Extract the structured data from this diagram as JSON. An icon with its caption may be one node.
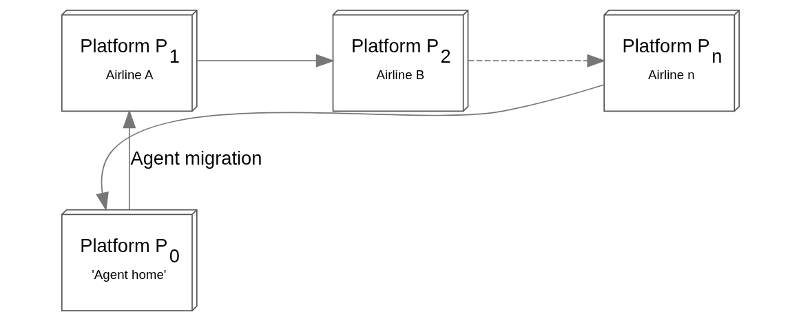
{
  "diagram": {
    "nodes": [
      {
        "text": [
          "Platform P$_{1}$",
          "Airline A"
        ]
      },
      {
        "text": [
          "Platform P$_{2}$",
          "Airline B"
        ]
      },
      {
        "text": [
          "Platform P$_{n}$",
          "Airline n"
        ]
      },
      {
        "text": [
          "Platform P$_{0}$",
          "'Agent home'"
        ]
      }
    ],
    "edges": [
      {
        "from": 3,
        "to": 0,
        "arrow": "to",
        "label": "Agent migration"
      },
      {
        "from": 0,
        "to": 1,
        "arrow": "to"
      },
      {
        "from": 1,
        "to": 2,
        "arrow": "to",
        "style": "dashed"
      },
      {
        "from": 2,
        "to": 3,
        "arrow": "to"
      }
    ]
  }
}
